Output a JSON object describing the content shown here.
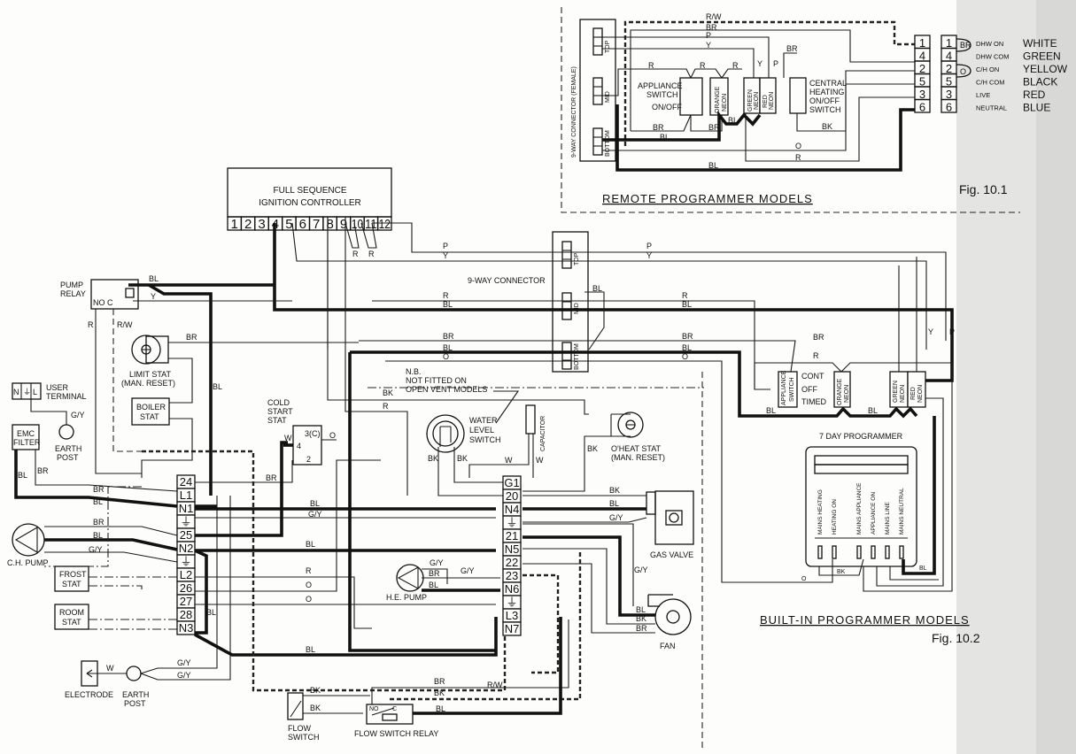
{
  "figures": {
    "fig1": {
      "caption": "Fig. 10.1",
      "title": "REMOTE PROGRAMMER MODELS"
    },
    "fig2": {
      "caption": "Fig. 10.2",
      "title": "BUILT-IN PROGRAMMER MODELS"
    }
  },
  "remote": {
    "connector_label": "9-WAY CONNECTOR (FEMALE)",
    "conn_top": "TOP",
    "conn_mid": "MID",
    "conn_bottom": "BOTTOM",
    "appliance_switch": [
      "APPLIANCE",
      "SWITCH",
      "ON/OFF"
    ],
    "orange_neon": [
      "ORANGE",
      "NEON"
    ],
    "green_neon": [
      "GREEN",
      "NEON"
    ],
    "red_neon": [
      "RED",
      "NEON"
    ],
    "ch_switch": [
      "CENTRAL",
      "HEATING",
      "ON/OFF",
      "SWITCH"
    ],
    "wire_labels": {
      "rw": "R/W",
      "br": "BR",
      "p": "P",
      "y": "Y",
      "r": "R",
      "bl": "BL",
      "bk": "BK",
      "o": "O"
    },
    "terminals_left": [
      "1",
      "4",
      "2",
      "5",
      "3",
      "6"
    ],
    "terminals_right": [
      "1",
      "4",
      "2",
      "5",
      "3",
      "6"
    ],
    "loop_br": "BR",
    "loop_o": "O",
    "legend": [
      {
        "function": "DHW ON",
        "colour": "WHITE"
      },
      {
        "function": "DHW COM",
        "colour": "GREEN"
      },
      {
        "function": "C/H ON",
        "colour": "YELLOW"
      },
      {
        "function": "C/H COM",
        "colour": "BLACK"
      },
      {
        "function": "LIVE",
        "colour": "RED"
      },
      {
        "function": "NEUTRAL",
        "colour": "BLUE"
      }
    ]
  },
  "controller": {
    "title_line1": "FULL SEQUENCE",
    "title_line2": "IGNITION CONTROLLER",
    "pins": [
      "1",
      "2",
      "3",
      "4",
      "5",
      "6",
      "7",
      "8",
      "9",
      "10",
      "11",
      "12"
    ]
  },
  "connector9": {
    "label": "9-WAY CONNECTOR",
    "top": "TOP",
    "mid": "MID",
    "bottom": "BOTTOM"
  },
  "components": {
    "pump_relay": [
      "PUMP",
      "RELAY"
    ],
    "pump_relay_contacts": "NO  C",
    "limit_stat": [
      "LIMIT STAT",
      "(MAN. RESET)"
    ],
    "boiler_stat": [
      "BOILER",
      "STAT"
    ],
    "user_terminal": [
      "USER",
      "TERMINAL"
    ],
    "user_terminal_pins": [
      "N",
      "⏚",
      "L"
    ],
    "emc_filter": [
      "EMC",
      "FILTER"
    ],
    "earth_post": [
      "EARTH",
      "POST"
    ],
    "ch_pump": "C.H. PUMP",
    "frost_stat": [
      "FROST",
      "STAT"
    ],
    "room_stat": [
      "ROOM",
      "STAT"
    ],
    "electrode": "ELECTRODE",
    "earth_post2": [
      "EARTH",
      "POST"
    ],
    "cold_start_stat": [
      "COLD",
      "START",
      "STAT"
    ],
    "cold_start_pins": [
      "3(C)",
      "4",
      "2"
    ],
    "note": [
      "N.B.",
      "NOT FITTED ON",
      "OPEN VENT MODELS"
    ],
    "water_level_switch": [
      "WATER",
      "LEVEL",
      "SWITCH"
    ],
    "capacitor": "CAPACITOR",
    "oheat_stat": [
      "O'HEAT STAT",
      "(MAN. RESET)"
    ],
    "gas_valve": "GAS VALVE",
    "he_pump": "H.E. PUMP",
    "fan": "FAN",
    "flow_switch": [
      "FLOW",
      "SWITCH"
    ],
    "flow_switch_relay": "FLOW SWITCH RELAY",
    "flow_relay_contacts": [
      "NO",
      "C"
    ]
  },
  "terminal_strip_left": [
    "24",
    "L1",
    "N1",
    "⏚",
    "25",
    "N2",
    "⏚",
    "L2",
    "26",
    "27",
    "28",
    "N3"
  ],
  "terminal_strip_right": [
    "G1",
    "20",
    "N4",
    "⏚",
    "21",
    "N5",
    "22",
    "23",
    "N6",
    "⏚",
    "L3",
    "N7"
  ],
  "builtin": {
    "appliance_switch": [
      "APPLIANCE",
      "SWITCH"
    ],
    "switch_positions": [
      "CONT",
      "OFF",
      "TIMED"
    ],
    "orange_neon": [
      "ORANGE",
      "NEON"
    ],
    "green_neon": [
      "GREEN",
      "NEON"
    ],
    "red_neon": [
      "RED",
      "NEON"
    ],
    "programmer_title": "7 DAY PROGRAMMER",
    "programmer_terminals": [
      "MAINS HEATING",
      "HEATING ON",
      "MAINS APPLIANCE",
      "APPLIANCE ON",
      "MAINS LINE",
      "MAINS NEUTRAL"
    ]
  },
  "wire_codes": {
    "bl": "BL",
    "br": "BR",
    "bk": "BK",
    "r": "R",
    "o": "O",
    "w": "W",
    "p": "P",
    "y": "Y",
    "gy": "G/Y",
    "rw": "R/W"
  }
}
